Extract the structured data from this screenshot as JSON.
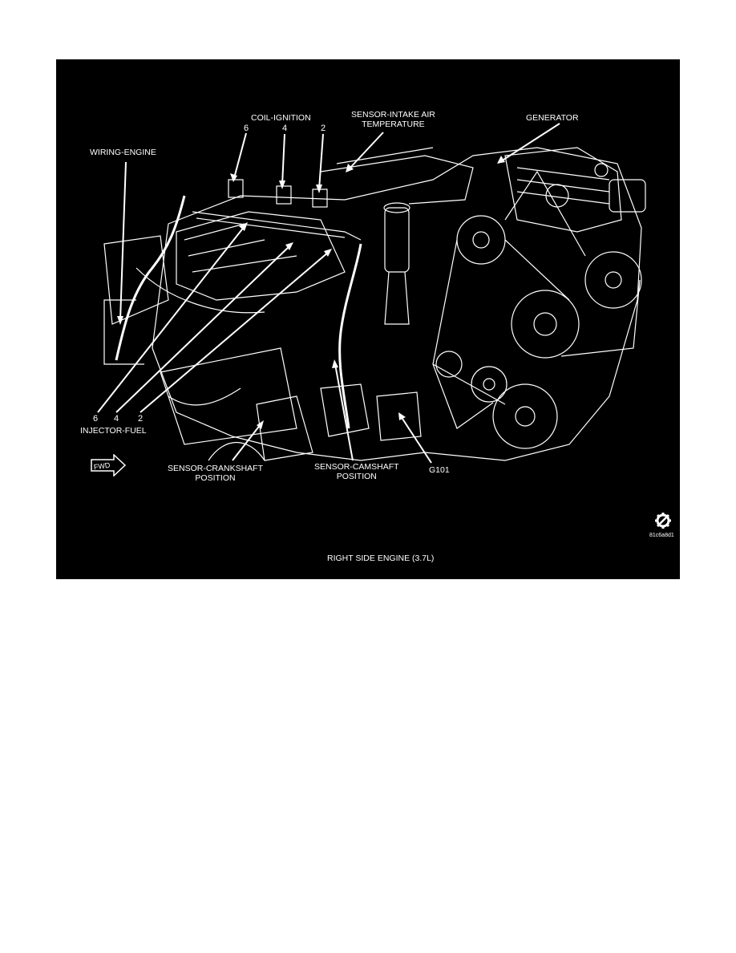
{
  "figure": {
    "caption": "RIGHT SIDE ENGINE (3.7L)",
    "image_code": "81c6a8d1",
    "background": "#000000",
    "line_color": "#ffffff",
    "icons": {
      "direction": "fwd-arrow-icon",
      "corner": "service-gear-icon"
    },
    "fwd_text": "FWD"
  },
  "callouts": {
    "coil_ignition": "COIL-IGNITION",
    "coil_numbers": [
      "6",
      "4",
      "2"
    ],
    "iat_sensor_line1": "SENSOR-INTAKE AIR",
    "iat_sensor_line2": "TEMPERATURE",
    "generator": "GENERATOR",
    "wiring_engine": "WIRING-ENGINE",
    "injector_numbers": [
      "6",
      "4",
      "2"
    ],
    "injector_fuel": "INJECTOR-FUEL",
    "crank_sensor_line1": "SENSOR-CRANKSHAFT",
    "crank_sensor_line2": "POSITION",
    "cam_sensor_line1": "SENSOR-CAMSHAFT",
    "cam_sensor_line2": "POSITION",
    "ground": "G101"
  }
}
